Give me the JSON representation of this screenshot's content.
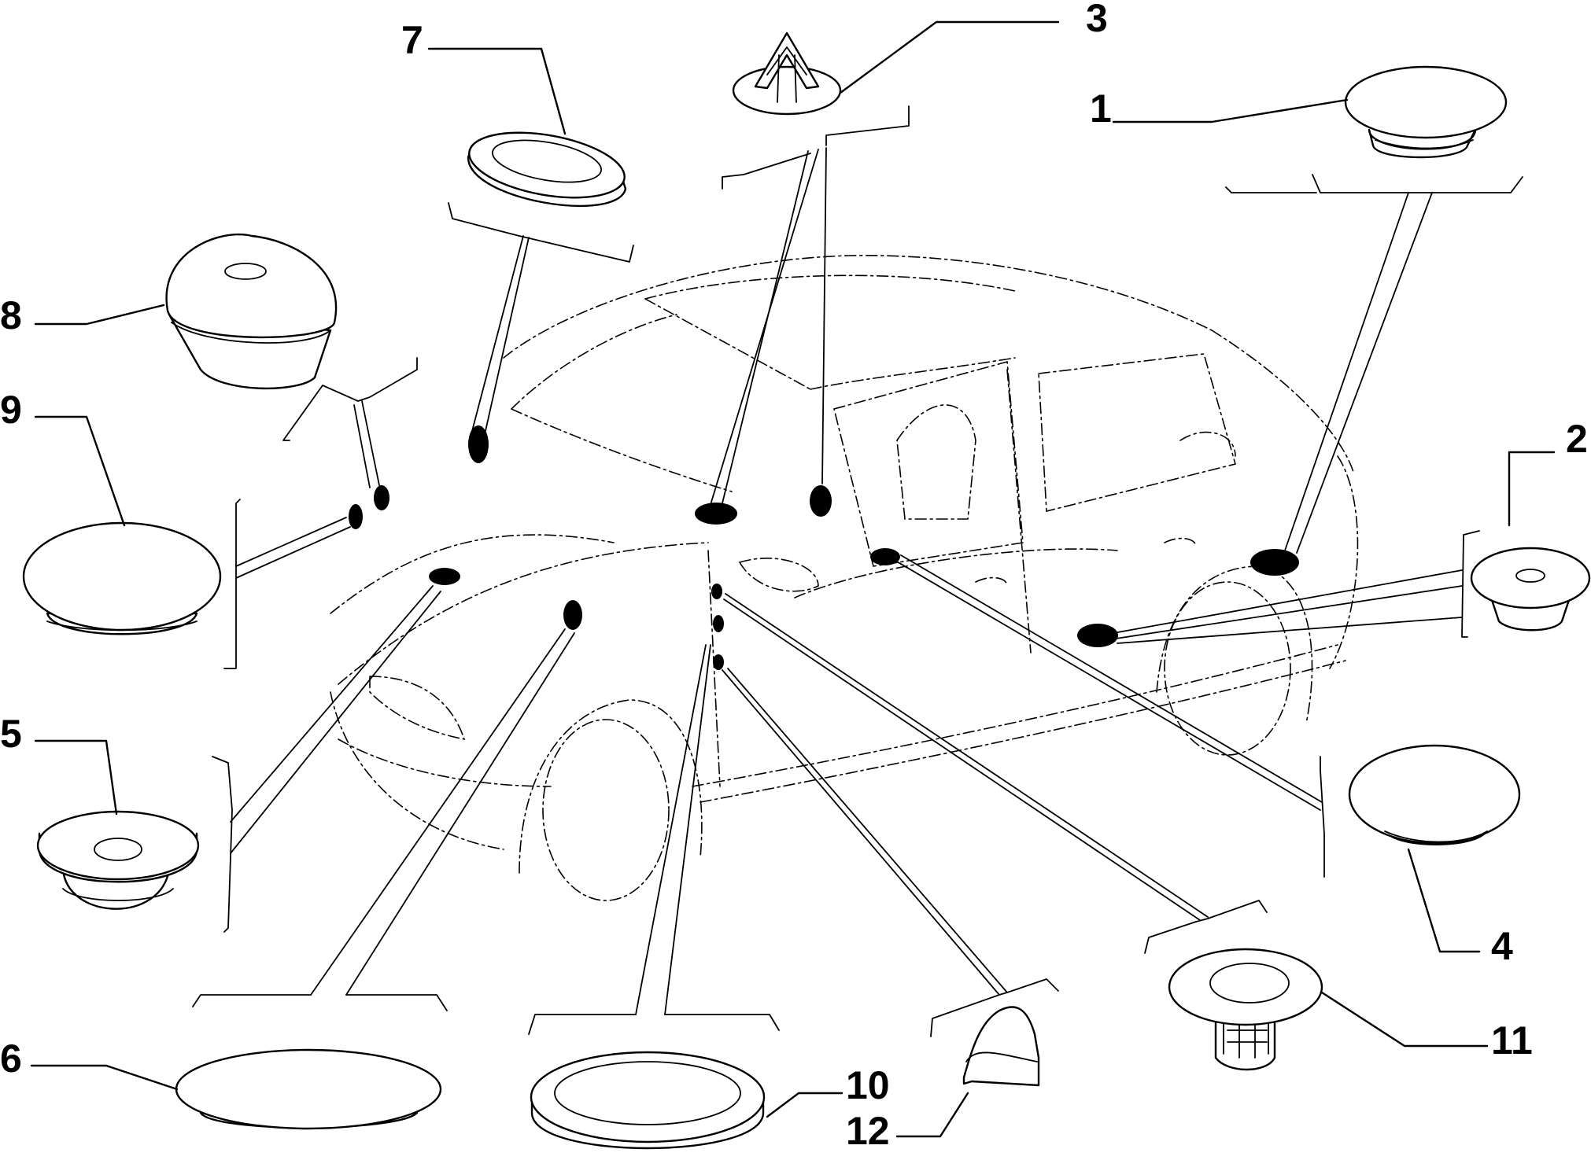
{
  "diagram": {
    "labels": {
      "p1": "1",
      "p2": "2",
      "p3": "3",
      "p4": "4",
      "p5": "5",
      "p6": "6",
      "p7": "7",
      "p8": "8",
      "p9": "9",
      "p10": "10",
      "p11": "11",
      "p12": "12"
    }
  }
}
